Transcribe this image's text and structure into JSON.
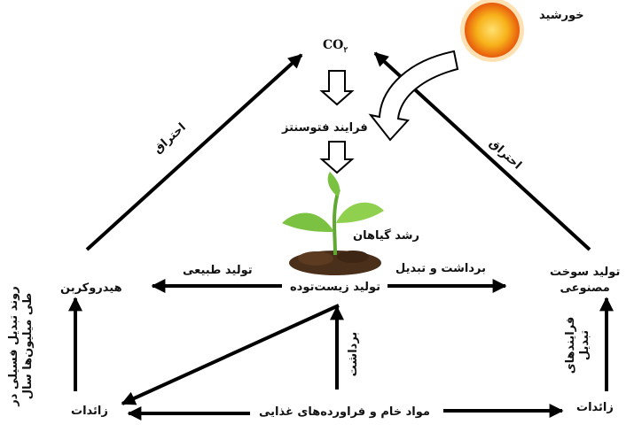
{
  "nodes": {
    "co2": {
      "main": "CO",
      "sub": "۲"
    },
    "sun": "خورشید",
    "photosynthesis": "فرایند فتوسنتز",
    "plant_growth": "رشد گیاهان",
    "biomass": "تولید زیست‌توده",
    "hydrocarbon": "هیدروکربن",
    "synthetic_fuel": [
      "تولید سوخت",
      "مصنوعی"
    ],
    "waste_left": "زائدات",
    "waste_right": "زائدات",
    "raw_food": "مواد خام و فراورده‌های غذایی"
  },
  "edges": {
    "combustion_left": "احتراق",
    "combustion_right": "احتراق",
    "natural_production": "تولید طبیعی",
    "harvest_convert": "برداشت و تبدیل",
    "harvest": "برداشت",
    "conversion_processes": [
      "فرایندهای",
      "تبدیل"
    ],
    "fossil_conversion": [
      "روند تبدیل فسیلی در",
      "طی میلیون‌ها سال"
    ]
  },
  "colors": {
    "arrow": "#000000",
    "sun_core": "#f7b21a",
    "sun_rays": "#e8590c",
    "leaf": "#7cc242",
    "soil": "#4a2f1a"
  }
}
